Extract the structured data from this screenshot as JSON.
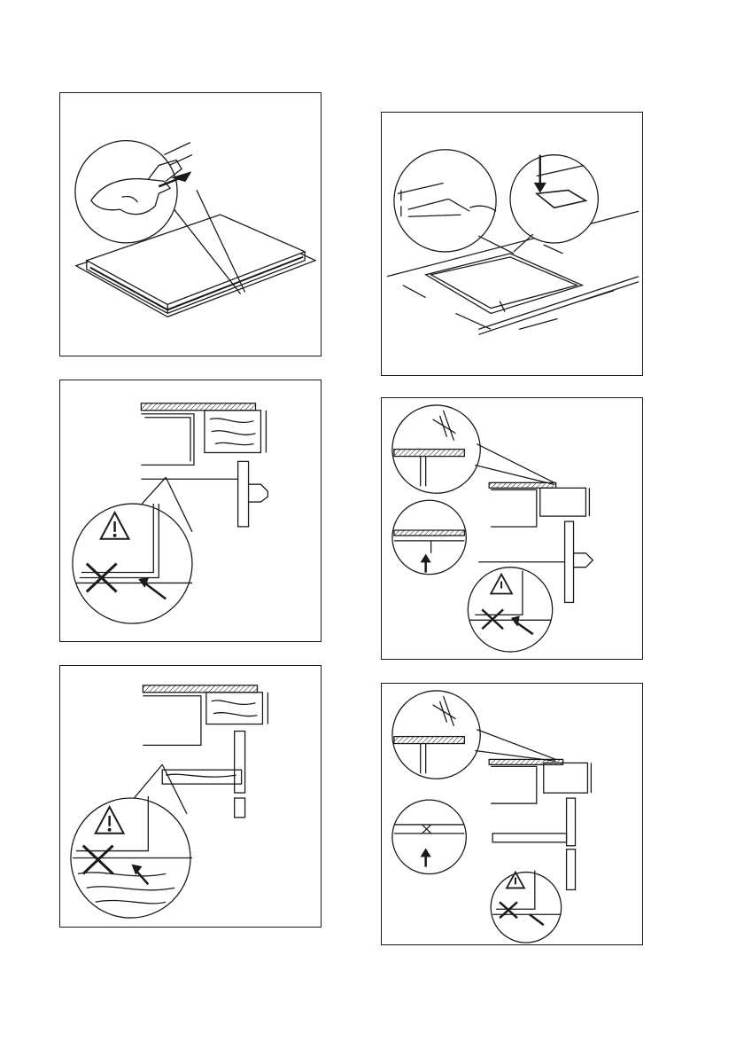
{
  "document": {
    "type": "installation-illustration-page",
    "panels": [
      {
        "id": "tape-seal",
        "icon": "tape-seal-icon"
      },
      {
        "id": "cutout-dimensions",
        "icon": "cutout-icon"
      },
      {
        "id": "front-panel-warning",
        "icon": "warning-icon"
      },
      {
        "id": "sealant-front-panel",
        "icon": "sealant-icon"
      },
      {
        "id": "shelf-warning",
        "icon": "warning-icon"
      },
      {
        "id": "sealant-shelf",
        "icon": "sealant-icon"
      }
    ]
  },
  "colors": {
    "line": "#1a1a1a",
    "background": "#ffffff"
  }
}
